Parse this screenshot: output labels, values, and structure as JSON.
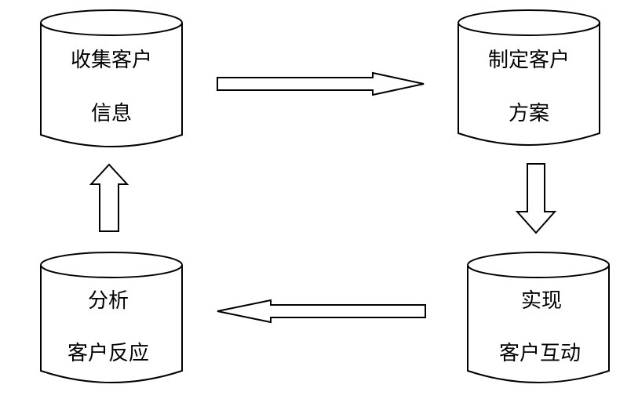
{
  "nodes": [
    {
      "id": "collect",
      "lines": [
        "收集客户",
        "信息"
      ]
    },
    {
      "id": "plan",
      "lines": [
        "制定客户",
        "方案"
      ]
    },
    {
      "id": "interact",
      "lines": [
        "实现",
        "客户互动"
      ]
    },
    {
      "id": "analyze",
      "lines": [
        "分析",
        "客户反应"
      ]
    }
  ],
  "edges": [
    {
      "from": "collect",
      "to": "plan"
    },
    {
      "from": "plan",
      "to": "interact"
    },
    {
      "from": "interact",
      "to": "analyze"
    },
    {
      "from": "analyze",
      "to": "collect"
    }
  ],
  "colors": {
    "stroke": "#000000",
    "fill": "#ffffff"
  }
}
